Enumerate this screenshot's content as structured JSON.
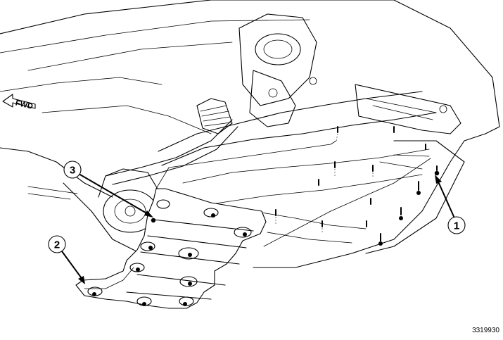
{
  "figure_id": "3319930",
  "direction_label": "FWD",
  "callouts": [
    {
      "label": "1"
    },
    {
      "label": "2"
    },
    {
      "label": "3"
    }
  ]
}
